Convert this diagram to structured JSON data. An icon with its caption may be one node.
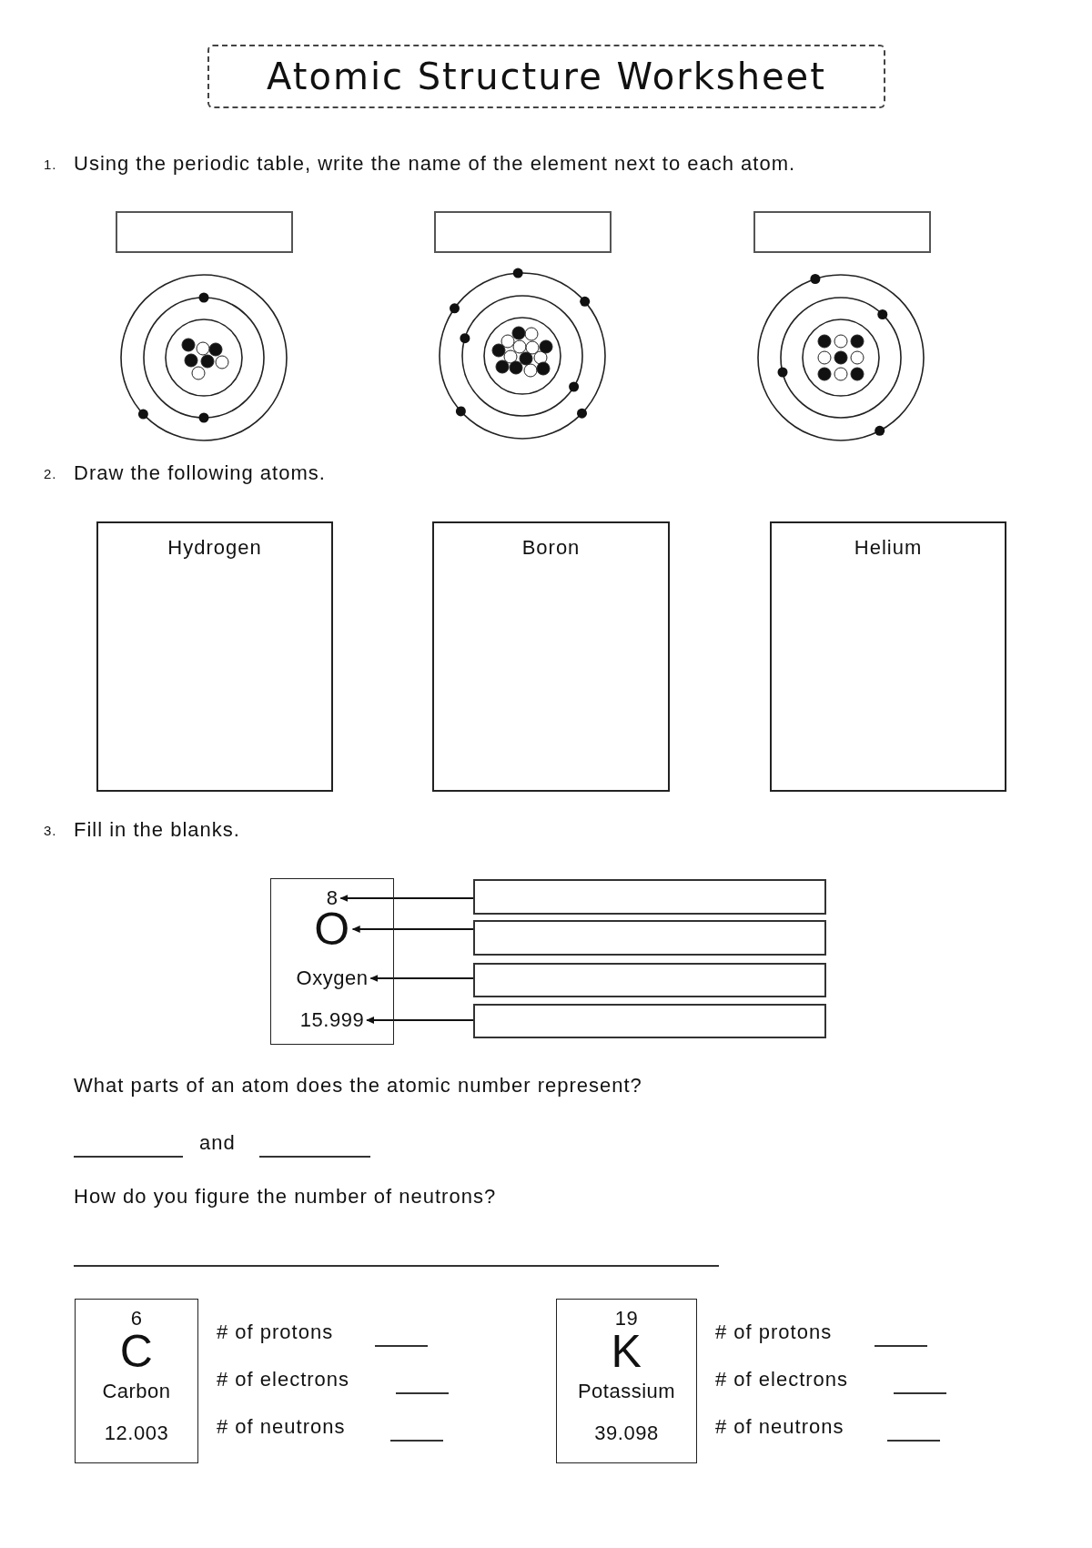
{
  "diagram": {
    "title": "Atomic Structure Worksheet",
    "nodes": [
      {
        "text": [
          "Hydrogen"
        ]
      },
      {
        "text": [
          "Boron"
        ]
      },
      {
        "text": [
          "Helium"
        ]
      },
      {
        "text": [],
        "shape": "box"
      },
      {
        "text": [
          "8"
        ],
        "in": 3
      },
      {
        "text": [
          "O"
        ],
        "in": 3
      },
      {
        "text": [
          "Oxygen"
        ],
        "in": 3
      },
      {
        "text": [
          "15.999"
        ],
        "in": 3
      },
      {
        "text": [],
        "shape": "box"
      },
      {
        "text": [],
        "shape": "box"
      },
      {
        "text": [],
        "shape": "box"
      },
      {
        "text": [],
        "shape": "box"
      },
      {
        "text": [
          "6",
          "C",
          "Carbon",
          "12.003"
        ]
      },
      {
        "text": [
          "19",
          "K",
          "Potassium",
          "39.098"
        ]
      }
    ],
    "edges": [
      {
        "from": 8,
        "to": 4,
        "arrow": "to"
      },
      {
        "from": 9,
        "to": 5,
        "arrow": "to"
      },
      {
        "from": 10,
        "to": 6,
        "arrow": "to"
      },
      {
        "from": 11,
        "to": 7,
        "arrow": "to"
      }
    ],
    "labels": [
      "1.",
      "Using the periodic table, write the name of the element next to each atom.",
      "2.",
      "Draw the following atoms.",
      "3.",
      "Fill in the blanks.",
      "What parts of an atom does the atomic number represent?",
      "and",
      "How do you figure the number of neutrons?",
      "# of protons",
      "# of electrons",
      "# of neutrons",
      "# of protons",
      "# of electrons",
      "# of neutrons"
    ]
  }
}
